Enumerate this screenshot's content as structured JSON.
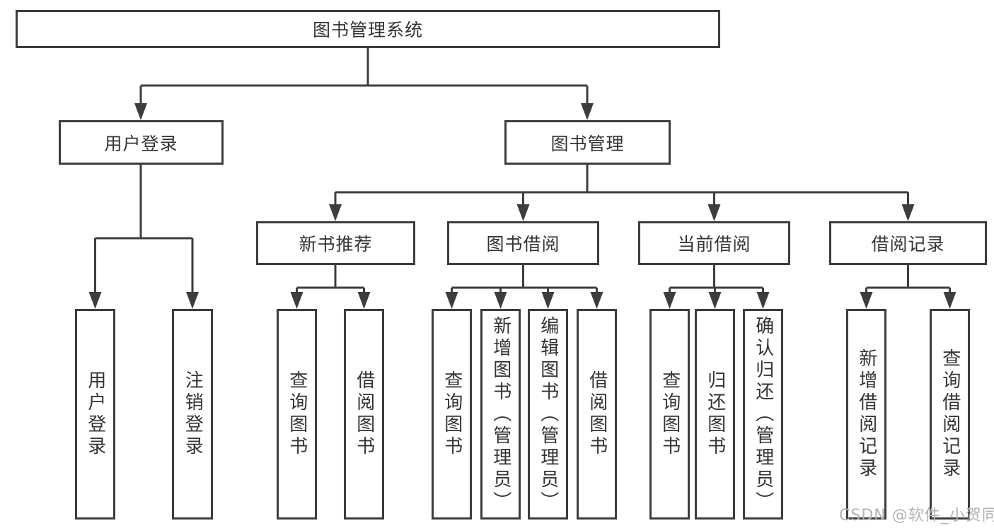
{
  "tree": {
    "root": "图书管理系统",
    "branches": [
      {
        "label": "用户登录",
        "leaves": [
          "用户登录",
          "注销登录"
        ]
      },
      {
        "label": "图书管理",
        "groups": [
          {
            "label": "新书推荐",
            "leaves": [
              "查询图书",
              "借阅图书"
            ]
          },
          {
            "label": "图书借阅",
            "leaves": [
              "查询图书",
              "新增图书（管理员）",
              "编辑图书（管理员）",
              "借阅图书"
            ]
          },
          {
            "label": "当前借阅",
            "leaves": [
              "查询图书",
              "归还图书",
              "确认归还（管理员）"
            ]
          },
          {
            "label": "借阅记录",
            "leaves": [
              "新增借阅记录",
              "查询借阅记录"
            ]
          }
        ]
      }
    ]
  },
  "watermark": "CSDN @软件_小贺同学",
  "colors": {
    "line": "#3d3d3d",
    "text": "#333333",
    "background": "#ffffff",
    "watermark": "#b3b3b3"
  }
}
